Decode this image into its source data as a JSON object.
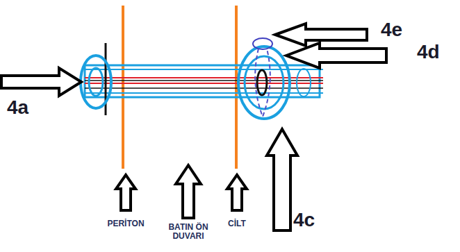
{
  "diagram": {
    "labels": [
      "4a",
      "4e",
      "4d",
      "4c",
      "PERİTON",
      "BATIN ÖN DUVARI",
      "CİLT"
    ]
  }
}
